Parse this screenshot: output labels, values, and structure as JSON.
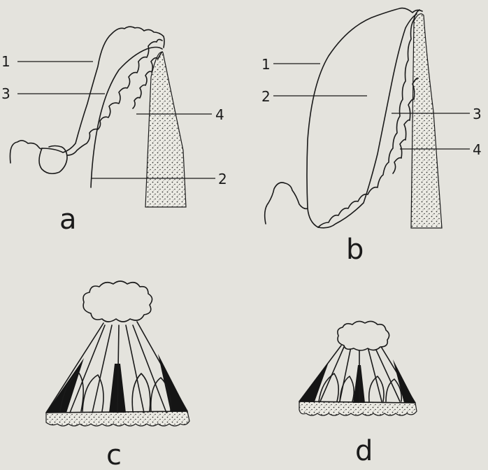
{
  "panels": [
    {
      "letter": "a",
      "labels": [
        "1",
        "3",
        "4",
        "2"
      ]
    },
    {
      "letter": "b",
      "labels": [
        "1",
        "2",
        "3",
        "4"
      ]
    },
    {
      "letter": "c"
    },
    {
      "letter": "d"
    }
  ],
  "colors": {
    "background": "#e4e3dd",
    "ink": "#1a1a1a"
  }
}
